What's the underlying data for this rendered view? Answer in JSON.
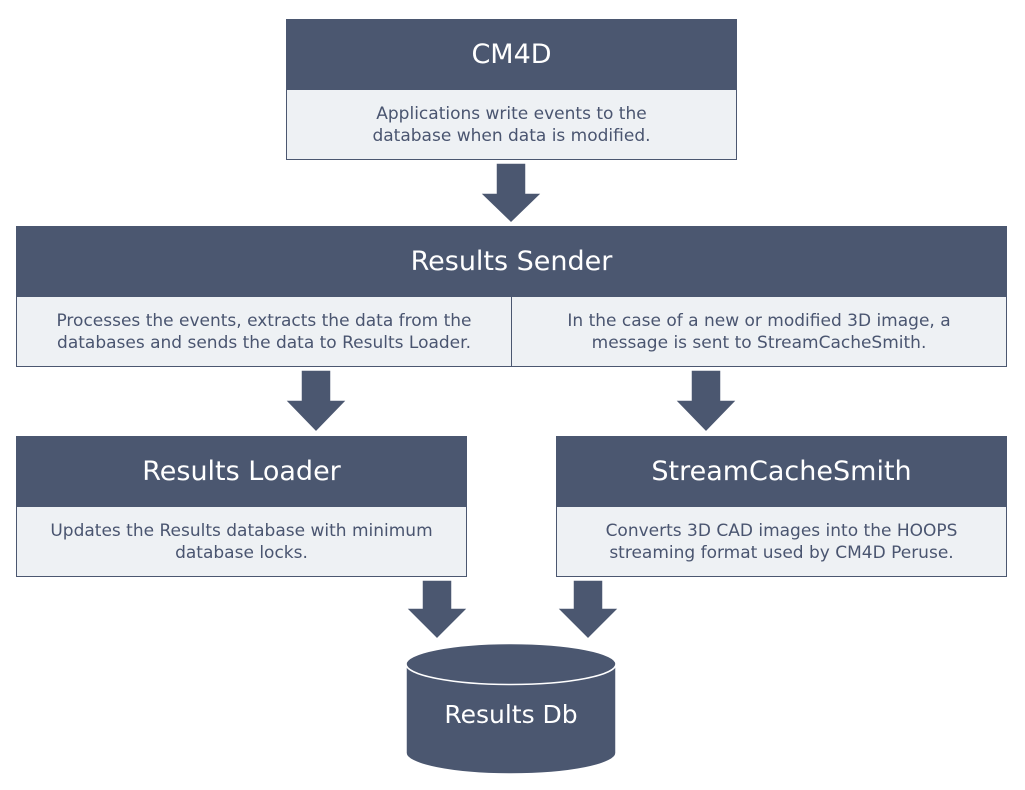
{
  "cm4d": {
    "title": "CM4D",
    "body": "Applications write events to the database when data is modified."
  },
  "results_sender": {
    "title": "Results Sender",
    "body_left": "Processes the events, extracts the data from the databases and sends the data to Results Loader.",
    "body_right": "In the case of a new or modified 3D image, a message is sent to StreamCacheSmith."
  },
  "results_loader": {
    "title": "Results Loader",
    "body": "Updates the Results database with minimum database locks."
  },
  "streamcachesmith": {
    "title": "StreamCacheSmith",
    "body": "Converts 3D CAD images into the HOOPS streaming format used by CM4D Peruse."
  },
  "results_db": {
    "label": "Results Db"
  },
  "colors": {
    "header_fill": "#4b5770",
    "body_fill": "#eef1f4",
    "arrow_fill": "#4b5770",
    "text": "#4a5570"
  }
}
